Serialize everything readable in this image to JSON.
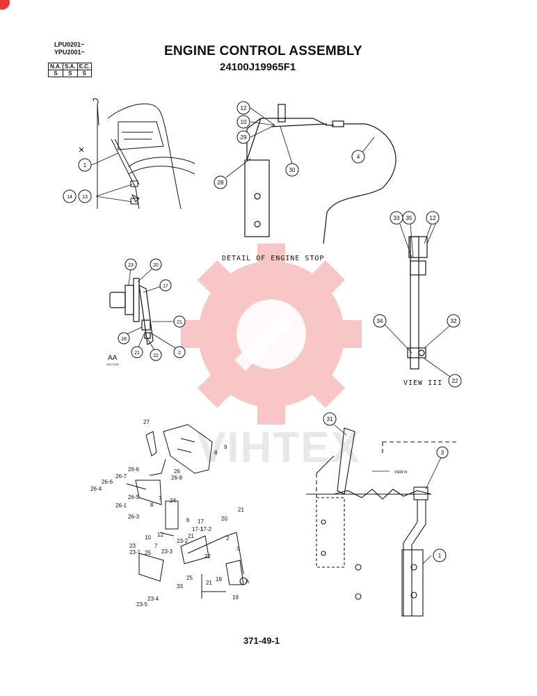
{
  "header": {
    "serial_1": "LPU0201~",
    "serial_2": "YPU2001~",
    "title": "ENGINE CONTROL ASSEMBLY",
    "part_number": "24100J19965F1"
  },
  "applicability": {
    "headers": [
      "N.A.",
      "S.A.",
      "E.C."
    ],
    "values": [
      "S",
      "S",
      "S"
    ]
  },
  "captions": {
    "engine_stop": "DETAIL OF ENGINE STOP",
    "view": "VIEW III",
    "section_label": "AA",
    "section_word": "SECTION",
    "inline_view_ref": "VIEW III"
  },
  "watermark": {
    "text": "VIHTEX",
    "color": "#f4a6a6"
  },
  "callouts": {
    "top_left": [
      "1",
      "14",
      "13"
    ],
    "engine_stop": [
      "12",
      "10",
      "29",
      "30",
      "28",
      "4"
    ],
    "view_iii": [
      "33",
      "35",
      "12",
      "34",
      "32",
      "22"
    ],
    "section_aa": [
      "23",
      "20",
      "17",
      "21",
      "18",
      "21",
      "22",
      "2"
    ],
    "bottom_right": [
      "31",
      "3",
      "1"
    ]
  },
  "exploded_labels": [
    "27",
    "8",
    "9",
    "26",
    "26-8",
    "26-6",
    "26-7",
    "26-6",
    "26-4",
    "7",
    "26-5",
    "26-1",
    "8",
    "26-3",
    "24",
    "6",
    "10",
    "12",
    "21",
    "17",
    "17-2",
    "17-1",
    "20",
    "2",
    "21",
    "3",
    "23",
    "23-1",
    "25",
    "7",
    "23-3",
    "23-2",
    "22",
    "25",
    "33",
    "21",
    "18",
    "A",
    "19",
    "23-4",
    "23-5"
  ],
  "footer": {
    "page_number": "371-49-1"
  }
}
